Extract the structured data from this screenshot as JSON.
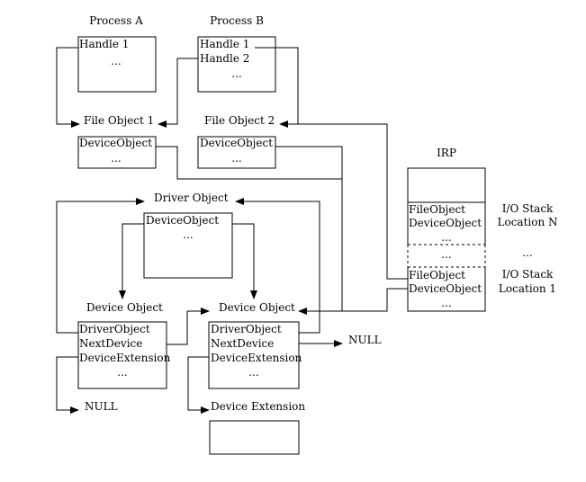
{
  "process_a": {
    "title": "Process A",
    "handle": "Handle 1",
    "ellipsis": "..."
  },
  "process_b": {
    "title": "Process B",
    "handle1": "Handle 1",
    "handle2": "Handle 2",
    "ellipsis": "..."
  },
  "file_object_1": {
    "title": "File Object 1",
    "field": "DeviceObject",
    "ellipsis": "..."
  },
  "file_object_2": {
    "title": "File Object 2",
    "field": "DeviceObject",
    "ellipsis": "..."
  },
  "driver_object": {
    "title": "Driver Object",
    "field": "DeviceObject",
    "ellipsis": "..."
  },
  "device_object_1": {
    "title": "Device Object",
    "driver": "DriverObject",
    "next": "NextDevice",
    "extension": "DeviceExtension",
    "ellipsis": "..."
  },
  "device_object_2": {
    "title": "Device Object",
    "driver": "DriverObject",
    "next": "NextDevice",
    "extension": "DeviceExtension",
    "ellipsis": "..."
  },
  "null_1": "NULL",
  "null_2": "NULL",
  "device_extension": {
    "title": "Device Extension"
  },
  "irp": {
    "title": "IRP",
    "loc_n": {
      "file": "FileObject",
      "device": "DeviceObject",
      "ellipsis": "..."
    },
    "middle_ellipsis": "...",
    "loc_1": {
      "file": "FileObject",
      "device": "DeviceObject",
      "ellipsis": "..."
    },
    "label_n_line1": "I/O Stack",
    "label_n_line2": "Location N",
    "label_dots": "...",
    "label_1_line1": "I/O Stack",
    "label_1_line2": "Location 1"
  }
}
